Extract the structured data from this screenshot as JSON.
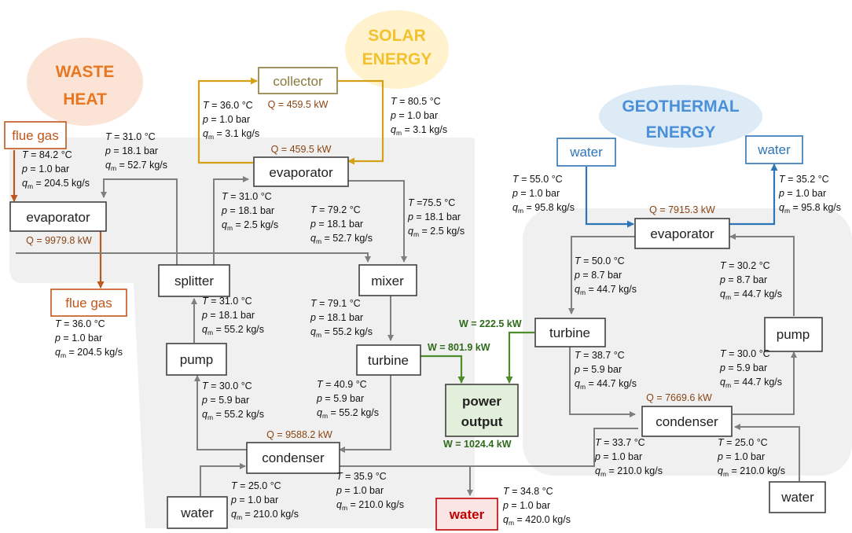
{
  "sources": {
    "waste": {
      "line1": "WASTE",
      "line2": "HEAT",
      "color": "#E87722"
    },
    "solar": {
      "line1": "SOLAR",
      "line2": "ENERGY",
      "color": "#F2C12E"
    },
    "geo": {
      "line1": "GEOTHERMAL",
      "line2": "ENERGY",
      "color": "#4A90D9"
    }
  },
  "colors": {
    "brown": "#C0561B",
    "gold": "#D4A017",
    "blue": "#2E75B6",
    "green": "#4C8C2B",
    "gray": "#7F7F7F"
  },
  "components": {
    "flue_gas_in": "flue gas",
    "flue_gas_out": "flue gas",
    "evap_left": "evaporator",
    "collector": "collector",
    "evap_solar": "evaporator",
    "splitter": "splitter",
    "mixer": "mixer",
    "pump_left": "pump",
    "turbine_left": "turbine",
    "condenser_left": "condenser",
    "water_left": "water",
    "power_l1": "power",
    "power_l2": "output",
    "water_out": "water",
    "geo_water_in": "water",
    "geo_water_out": "water",
    "evap_geo": "evaporator",
    "turbine_geo": "turbine",
    "pump_geo": "pump",
    "condenser_geo": "condenser",
    "water_geo_cool": "water"
  },
  "heat": {
    "collector": "Q = 459.5 kW",
    "evap_solar": "Q = 459.5 kW",
    "evap_left": "Q = 9979.8 kW",
    "condenser_left": "Q = 9588.2 kW",
    "evap_geo": "Q = 7915.3 kW",
    "condenser_geo": "Q = 7669.6 kW"
  },
  "work": {
    "turbine_left": "W = 801.9 kW",
    "turbine_geo": "W = 222.5 kW",
    "total": "W = 1024.4 kW"
  },
  "states": {
    "s1": {
      "T": "T = 84.2 °C",
      "p": "p = 1.0 bar",
      "qm": "= 204.5 kg/s"
    },
    "s2": {
      "T": "T = 31.0 °C",
      "p": "p = 18.1 bar",
      "qm": "= 52.7 kg/s"
    },
    "s3": {
      "T": "T = 36.0 °C",
      "p": "p = 1.0 bar",
      "qm": "= 3.1 kg/s"
    },
    "s4": {
      "T": "T = 80.5 °C",
      "p": "p = 1.0 bar",
      "qm": "= 3.1 kg/s"
    },
    "s5": {
      "T": "T = 31.0 °C",
      "p": "p = 18.1 bar",
      "qm": "= 2.5 kg/s"
    },
    "s6": {
      "T": "T = 79.2 °C",
      "p": "p = 18.1 bar",
      "qm": "= 52.7 kg/s"
    },
    "s7": {
      "T": "T =75.5 °C",
      "p": "p = 18.1 bar",
      "qm": "= 2.5 kg/s"
    },
    "s8": {
      "T": "T = 36.0 °C",
      "p": "p = 1.0 bar",
      "qm": "= 204.5 kg/s"
    },
    "s9": {
      "T": "T = 31.0 °C",
      "p": "p = 18.1 bar",
      "qm": "= 55.2 kg/s"
    },
    "s10": {
      "T": "T = 79.1 °C",
      "p": "p = 18.1 bar",
      "qm": "= 55.2 kg/s"
    },
    "s11": {
      "T": "T = 30.0 °C",
      "p": "p = 5.9 bar",
      "qm": "= 55.2 kg/s"
    },
    "s12": {
      "T": "T = 40.9 °C",
      "p": "p = 5.9 bar",
      "qm": "= 55.2 kg/s"
    },
    "s13": {
      "T": "T = 25.0 °C",
      "p": "p = 1.0 bar",
      "qm": "= 210.0 kg/s"
    },
    "s14": {
      "T": "T = 35.9 °C",
      "p": "p = 1.0 bar",
      "qm": "= 210.0 kg/s"
    },
    "s15": {
      "T": "T = 34.8 °C",
      "p": "p = 1.0 bar",
      "qm": "= 420.0 kg/s"
    },
    "s16": {
      "T": "T = 55.0 °C",
      "p": "p = 1.0 bar",
      "qm": "= 95.8 kg/s"
    },
    "s17": {
      "T": "T = 35.2 °C",
      "p": "p = 1.0 bar",
      "qm": "= 95.8 kg/s"
    },
    "s18": {
      "T": "T = 50.0 °C",
      "p": "p = 8.7 bar",
      "qm": "= 44.7 kg/s"
    },
    "s19": {
      "T": "T = 30.2 °C",
      "p": "p = 8.7 bar",
      "qm": "= 44.7 kg/s"
    },
    "s20": {
      "T": "T = 38.7 °C",
      "p": "p = 5.9 bar",
      "qm": "= 44.7 kg/s"
    },
    "s21": {
      "T": "T = 30.0 °C",
      "p": "p = 5.9 bar",
      "qm": "= 44.7 kg/s"
    },
    "s22": {
      "T": "T = 33.7 °C",
      "p": "p = 1.0 bar",
      "qm": "= 210.0 kg/s"
    },
    "s23": {
      "T": "T = 25.0 °C",
      "p": "p = 1.0 bar",
      "qm": "= 210.0 kg/s"
    }
  }
}
